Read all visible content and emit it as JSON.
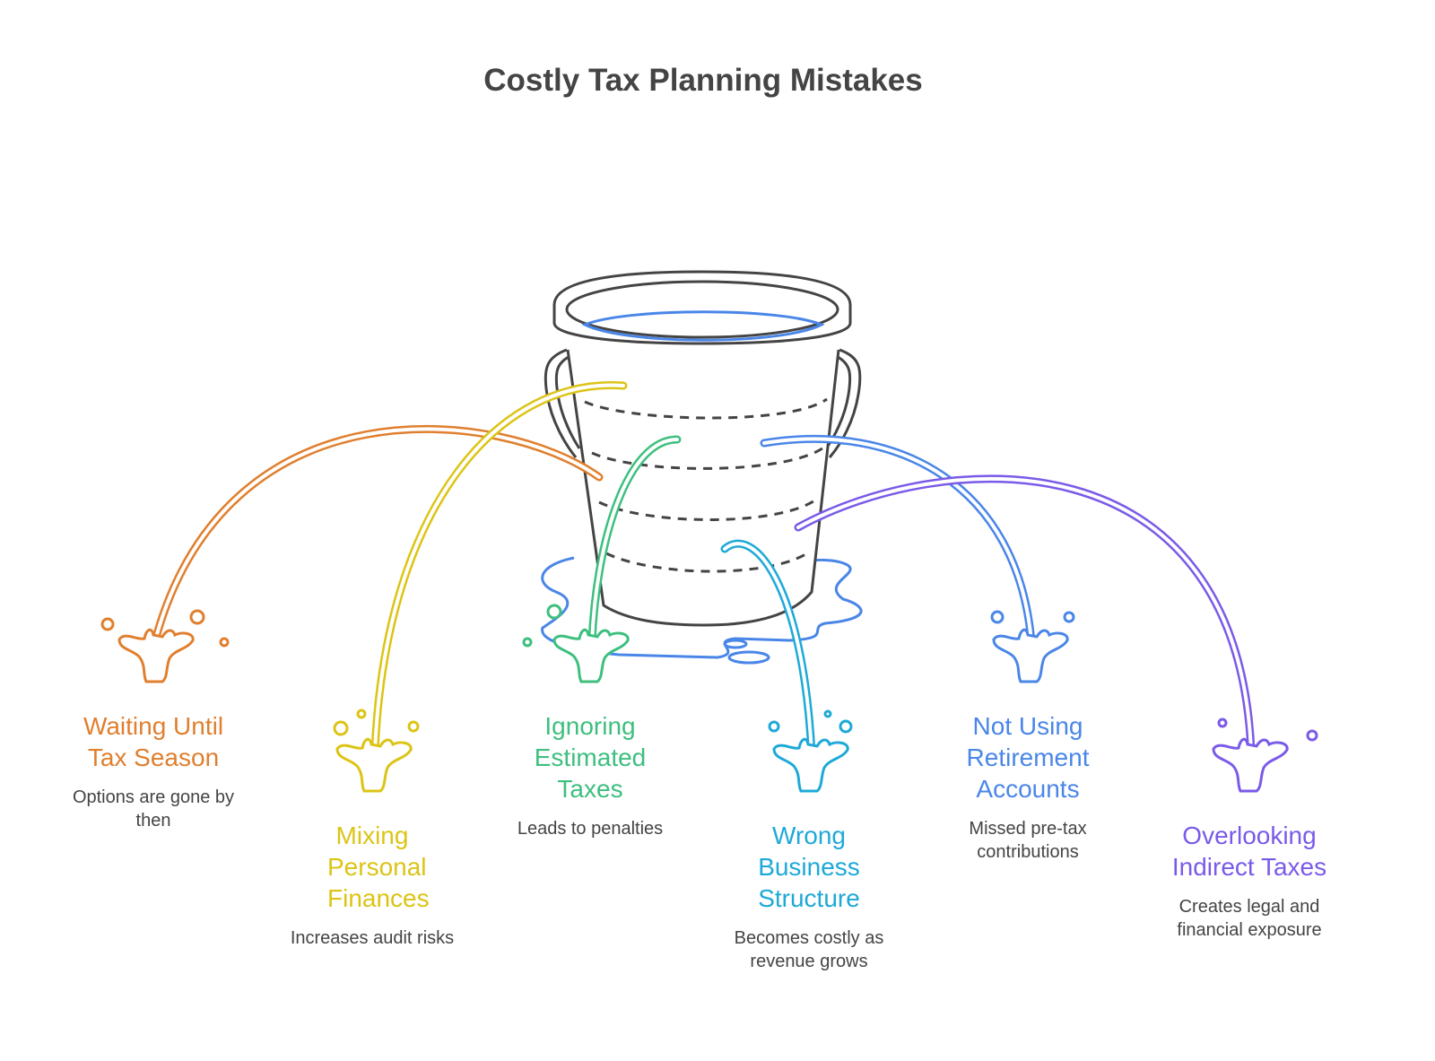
{
  "title": "Costly Tax Planning Mistakes",
  "items": [
    {
      "label": "Waiting Until Tax Season",
      "description": "Options are gone by then",
      "color": "#E07F2E"
    },
    {
      "label": "Mixing Personal Finances",
      "description": "Increases audit risks",
      "color": "#DCC416"
    },
    {
      "label": "Ignoring Estimated Taxes",
      "description": "Leads to penalties",
      "color": "#3DBF7E"
    },
    {
      "label": "Wrong Business Structure",
      "description": "Becomes costly as revenue grows",
      "color": "#1EA9D8"
    },
    {
      "label": "Not Using Retirement Accounts",
      "description": "Missed pre-tax contributions",
      "color": "#4A86E8"
    },
    {
      "label": "Overlooking Indirect Taxes",
      "description": "Creates legal and financial exposure",
      "color": "#7A5AE8"
    }
  ]
}
